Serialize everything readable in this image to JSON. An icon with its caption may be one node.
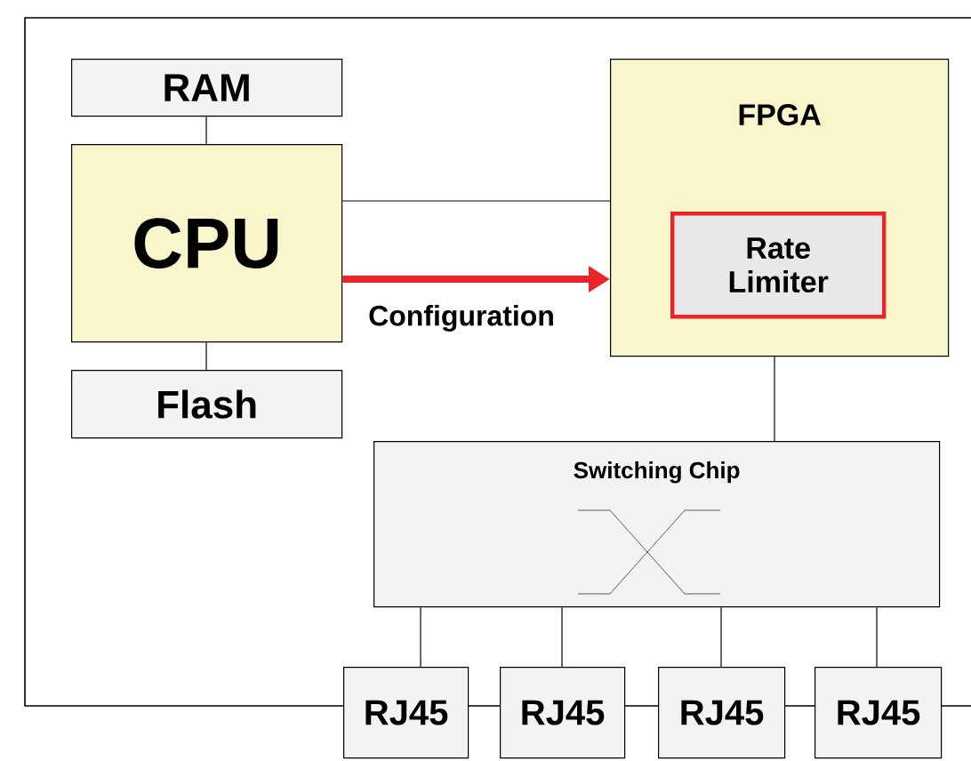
{
  "diagram": {
    "nodes": [
      {
        "text": [
          "RAM"
        ]
      },
      {
        "text": [
          "CPU"
        ]
      },
      {
        "text": [
          "Flash"
        ]
      },
      {
        "text": [
          "FPGA"
        ]
      },
      {
        "text": [
          "Rate Limiter"
        ],
        "in": 3
      },
      {
        "text": [
          "Switching Chip"
        ]
      },
      {
        "text": [
          "RJ45"
        ]
      },
      {
        "text": [
          "RJ45"
        ]
      },
      {
        "text": [
          "RJ45"
        ]
      },
      {
        "text": [
          "RJ45"
        ]
      }
    ],
    "edges": [
      {
        "from": 0,
        "to": 1,
        "arrow": "none"
      },
      {
        "from": 1,
        "to": 2,
        "arrow": "none"
      },
      {
        "from": 1,
        "to": 3,
        "arrow": "none"
      },
      {
        "from": 1,
        "to": 3,
        "arrow": "to",
        "label": "Configuration",
        "style": "thick",
        "color": "#e8262a"
      },
      {
        "from": 3,
        "to": 5,
        "arrow": "none"
      },
      {
        "from": 5,
        "to": 6,
        "arrow": "none"
      },
      {
        "from": 5,
        "to": 7,
        "arrow": "none"
      },
      {
        "from": 5,
        "to": 8,
        "arrow": "none"
      },
      {
        "from": 5,
        "to": 9,
        "arrow": "none"
      }
    ]
  }
}
